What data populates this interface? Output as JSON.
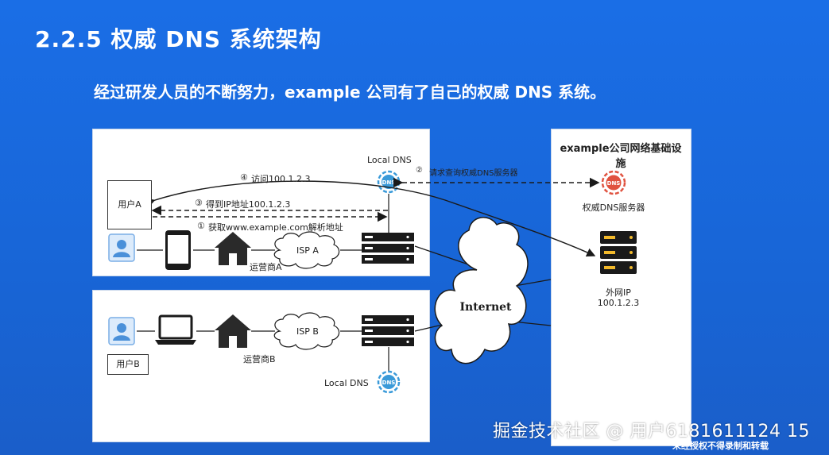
{
  "slide": {
    "title": "2.2.5 权威 DNS 系统架构",
    "subtitle": "经过研发人员的不断努力，example 公司有了自己的权威 DNS 系统。"
  },
  "diagram": {
    "corp_title": "example公司网络基础设施",
    "local_dns_top": "Local DNS",
    "local_dns_bottom": "Local DNS",
    "step2": "请求查询权威DNS服务器",
    "step4": "访问100.1.2.3",
    "step3": "得到IP地址100.1.2.3",
    "step1": "获取www.example.com解析地址",
    "user_a": "用户A",
    "user_b": "用户B",
    "isp_a": "ISP A",
    "isp_b": "ISP B",
    "carrier_a": "运营商A",
    "carrier_b": "运营商B",
    "internet": "Internet",
    "auth_dns": "权威DNS服务器",
    "public_ip_label": "外网IP",
    "public_ip": "100.1.2.3",
    "dns_badge": "DNS",
    "num1": "①",
    "num2": "②",
    "num3": "③",
    "num4": "④"
  },
  "watermark": {
    "main": "掘金技术社区 @ 用户6181611124 15",
    "sub": "未经授权不得录制和转载"
  },
  "colors": {
    "background": "#1a6ee6",
    "dns_blue": "#3a9ad9",
    "dns_red": "#e0523f",
    "user_blue": "#4a90d9",
    "dark": "#1a1a1a"
  },
  "icons": [
    "user-icon",
    "phone-icon",
    "laptop-icon",
    "house-icon",
    "server-icon",
    "cloud-icon",
    "dns-icon"
  ]
}
